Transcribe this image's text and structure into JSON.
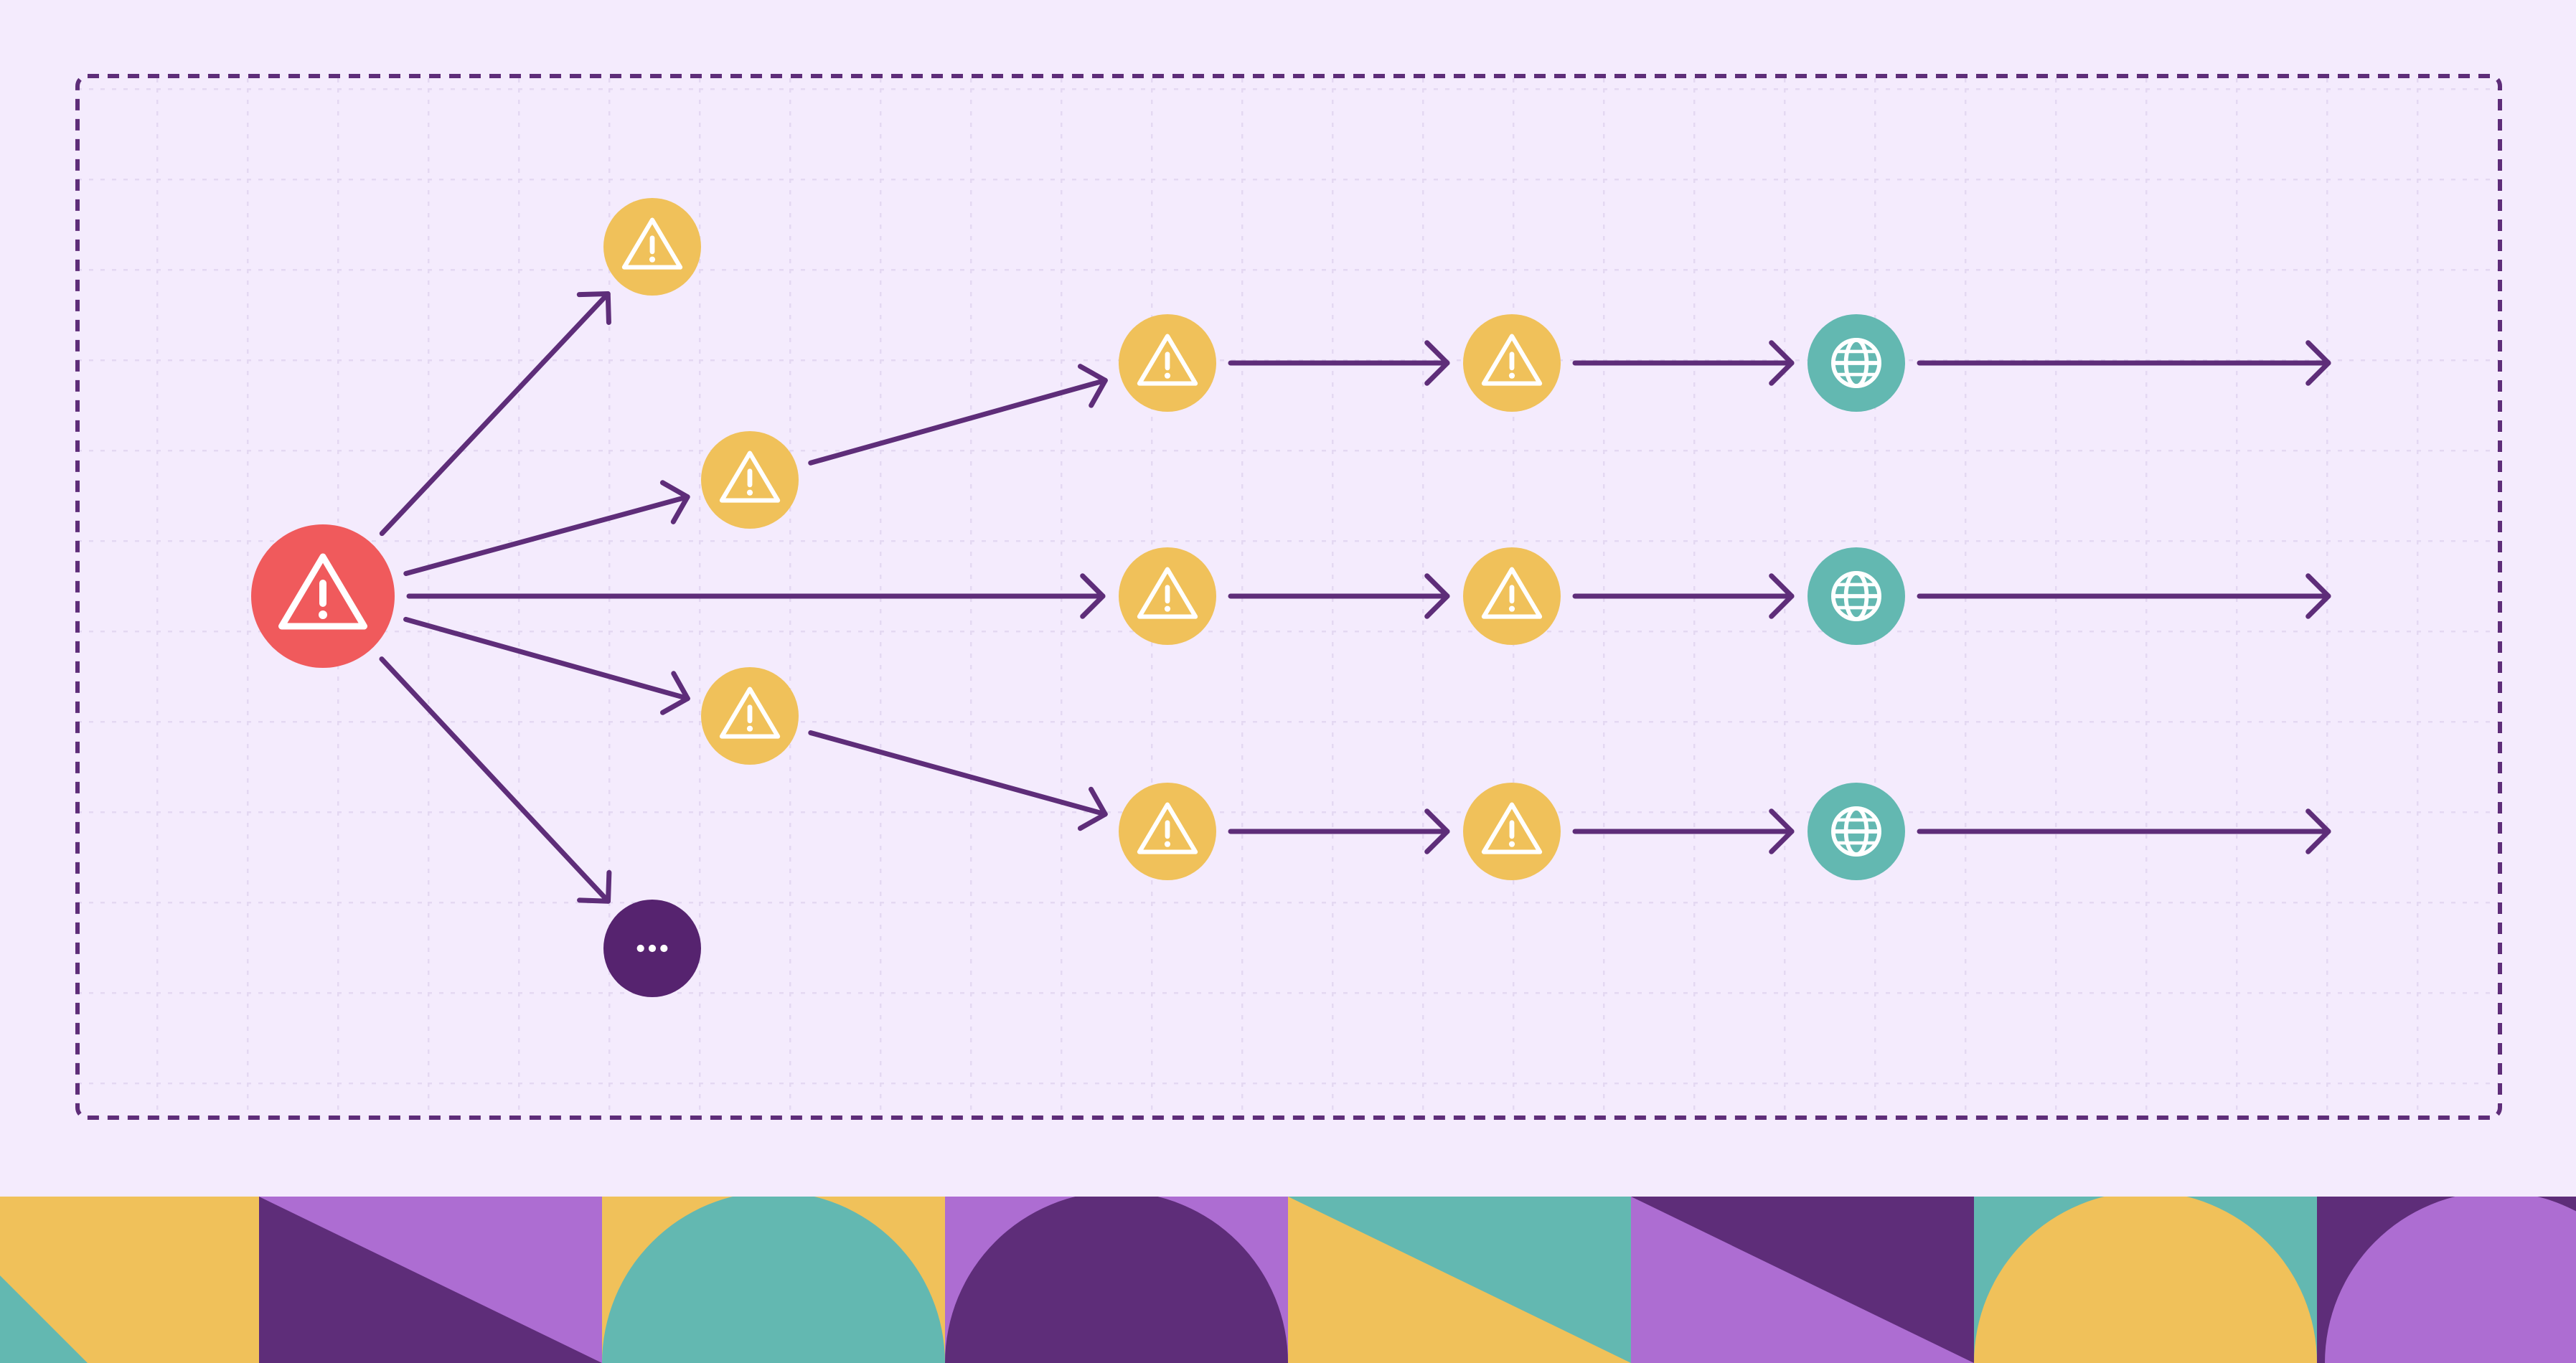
{
  "colors": {
    "background": "#f4ebfd",
    "grid": "#e4d8f2",
    "frame": "#5e2d79",
    "arrow": "#5e2d79",
    "alert_red": "#f05a5c",
    "warning_yellow": "#f0c15a",
    "globe_teal": "#63b8b1",
    "more_purple": "#56236f",
    "icon_stroke": "#ffffff",
    "pattern_yellow": "#f0c15a",
    "pattern_lilac": "#ad6dd2",
    "pattern_purple": "#5e2d79",
    "pattern_teal": "#63b8b1"
  },
  "nodes": [
    {
      "id": "root",
      "type": "alert",
      "icon": "warning-triangle-icon"
    },
    {
      "id": "b1",
      "type": "warning",
      "icon": "warning-triangle-icon"
    },
    {
      "id": "b2",
      "type": "warning",
      "icon": "warning-triangle-icon"
    },
    {
      "id": "b4",
      "type": "warning",
      "icon": "warning-triangle-icon"
    },
    {
      "id": "b5",
      "type": "more",
      "icon": "ellipsis-icon"
    },
    {
      "id": "r1c1",
      "type": "warning",
      "icon": "warning-triangle-icon"
    },
    {
      "id": "r1c2",
      "type": "warning",
      "icon": "warning-triangle-icon"
    },
    {
      "id": "r1c3",
      "type": "globe",
      "icon": "globe-icon"
    },
    {
      "id": "r2c1",
      "type": "warning",
      "icon": "warning-triangle-icon"
    },
    {
      "id": "r2c2",
      "type": "warning",
      "icon": "warning-triangle-icon"
    },
    {
      "id": "r2c3",
      "type": "globe",
      "icon": "globe-icon"
    },
    {
      "id": "r3c1",
      "type": "warning",
      "icon": "warning-triangle-icon"
    },
    {
      "id": "r3c2",
      "type": "warning",
      "icon": "warning-triangle-icon"
    },
    {
      "id": "r3c3",
      "type": "globe",
      "icon": "globe-icon"
    }
  ],
  "edges": [
    {
      "from": "root",
      "to": "b1"
    },
    {
      "from": "root",
      "to": "b2"
    },
    {
      "from": "root",
      "to": "r2c1"
    },
    {
      "from": "root",
      "to": "b4"
    },
    {
      "from": "root",
      "to": "b5"
    },
    {
      "from": "b2",
      "to": "r1c1"
    },
    {
      "from": "b4",
      "to": "r3c1"
    },
    {
      "from": "r1c1",
      "to": "r1c2"
    },
    {
      "from": "r1c2",
      "to": "r1c3"
    },
    {
      "from": "r1c3",
      "to": "out1"
    },
    {
      "from": "r2c1",
      "to": "r2c2"
    },
    {
      "from": "r2c2",
      "to": "r2c3"
    },
    {
      "from": "r2c3",
      "to": "out2"
    },
    {
      "from": "r3c1",
      "to": "r3c2"
    },
    {
      "from": "r3c2",
      "to": "r3c3"
    },
    {
      "from": "r3c3",
      "to": "out3"
    }
  ],
  "footer_tiles": [
    {
      "bg": "yellow",
      "shape": "corner-triangle",
      "fg": "teal"
    },
    {
      "bg": "lilac",
      "shape": "diagonal-triangle",
      "fg": "purple"
    },
    {
      "bg": "yellow",
      "shape": "half-circle",
      "fg": "teal"
    },
    {
      "bg": "lilac",
      "shape": "half-circle",
      "fg": "purple"
    },
    {
      "bg": "teal",
      "shape": "diagonal-triangle",
      "fg": "yellow"
    },
    {
      "bg": "purple",
      "shape": "diagonal-triangle",
      "fg": "lilac"
    },
    {
      "bg": "teal",
      "shape": "half-circle",
      "fg": "yellow"
    },
    {
      "bg": "purple",
      "shape": "half-circle",
      "fg": "lilac"
    }
  ]
}
